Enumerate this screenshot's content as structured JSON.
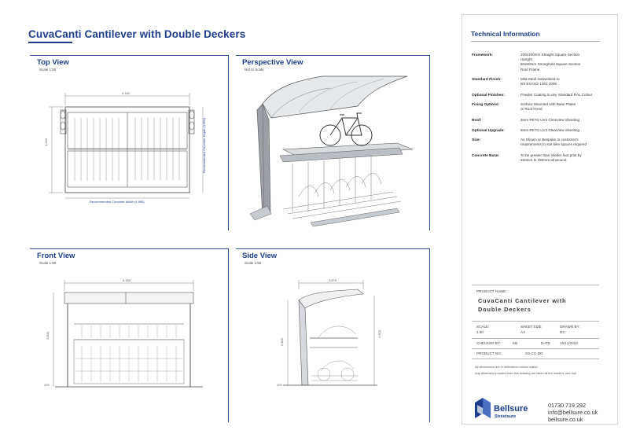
{
  "title": "CuvaCanti Cantilever with  Double Deckers",
  "views": {
    "top": {
      "title": "Top View",
      "scale": "Scale 1:50"
    },
    "perspective": {
      "title": "Perspective View",
      "scale": "Not to Scale"
    },
    "front": {
      "title": "Front View",
      "scale": "Scale 1:50"
    },
    "side": {
      "title": "Side View",
      "scale": "Scale 1:50"
    }
  },
  "dimensions": {
    "top_width": "5,180",
    "top_depth": "3,020",
    "top_ground": "Recommended Concrete Width (4,980)",
    "top_right": "Recommended Concrete Depth (3,360)",
    "front_width": "5,180",
    "front_height": "2,800",
    "front_base": "100",
    "side_width": "2,875",
    "side_height_left": "2,800",
    "side_height_right": "2,600",
    "side_base": "100"
  },
  "tech": {
    "title": "Technical Information",
    "specs": [
      {
        "label": "Framework:",
        "lines": [
          "100x100mm Straight Square Section",
          "Upright",
          "50x50mm Stronghold Square Section",
          "Roof Frame"
        ]
      },
      {
        "label": "Standard Finish:",
        "lines": [
          "Mild Steel Galvanised to",
          "BS EN ISO 1461 2009"
        ]
      },
      {
        "label": "Optional Finishes:",
        "lines": [
          "Powder Coating to any Standard RAL Colour"
        ]
      },
      {
        "label": "Fixing Options:",
        "lines": [
          "Surface Mounted with Base Plates",
          "or Root Fixed"
        ]
      },
      {
        "label": "Roof:",
        "lines": [
          "3mm PETG UV2 Clearview Sheeting"
        ]
      },
      {
        "label": "Optional Upgrade:",
        "lines": [
          "5mm PETG UV2 Clearview Sheeting"
        ]
      },
      {
        "label": "Size:",
        "lines": [
          "As Shown or Bespoke to customer's",
          "requirements to suit bike spaces required"
        ]
      },
      {
        "label": "Concrete Base:",
        "lines": [
          "To be greater than shelter foot print by",
          "150mm to 250mm all around"
        ]
      }
    ]
  },
  "titleblock": {
    "product_name_label": "PRODUCT NAME:",
    "product_name_line1": "CuvaCanti Cantilever with",
    "product_name_line2": "Double Deckers",
    "scale_label": "SCALE:",
    "scale_value": "1:50",
    "sheet_label": "SHEET SIZE",
    "sheet_value": "A3",
    "drawn_label": "DRAWN BY:",
    "drawn_value": "DC",
    "checked_label": "CHECKED BY:",
    "checked_value": "KB",
    "date_label": "DATE",
    "date_value": "16/12/2024",
    "product_no_label": "PRODUCT NO:",
    "product_no_value": "SS-CC-DD",
    "note1": "All dimensions are in millimetres unless stated",
    "note2": "Any dimensions scaled from this drawing are taken at the reader's own risk"
  },
  "brand": {
    "name": "Bellsure",
    "sub": "Streetsure",
    "phone": "01730 719 292",
    "email": "info@bellsure.co.uk",
    "web": "bellsure.co.uk",
    "color": "#1f3d8f"
  }
}
